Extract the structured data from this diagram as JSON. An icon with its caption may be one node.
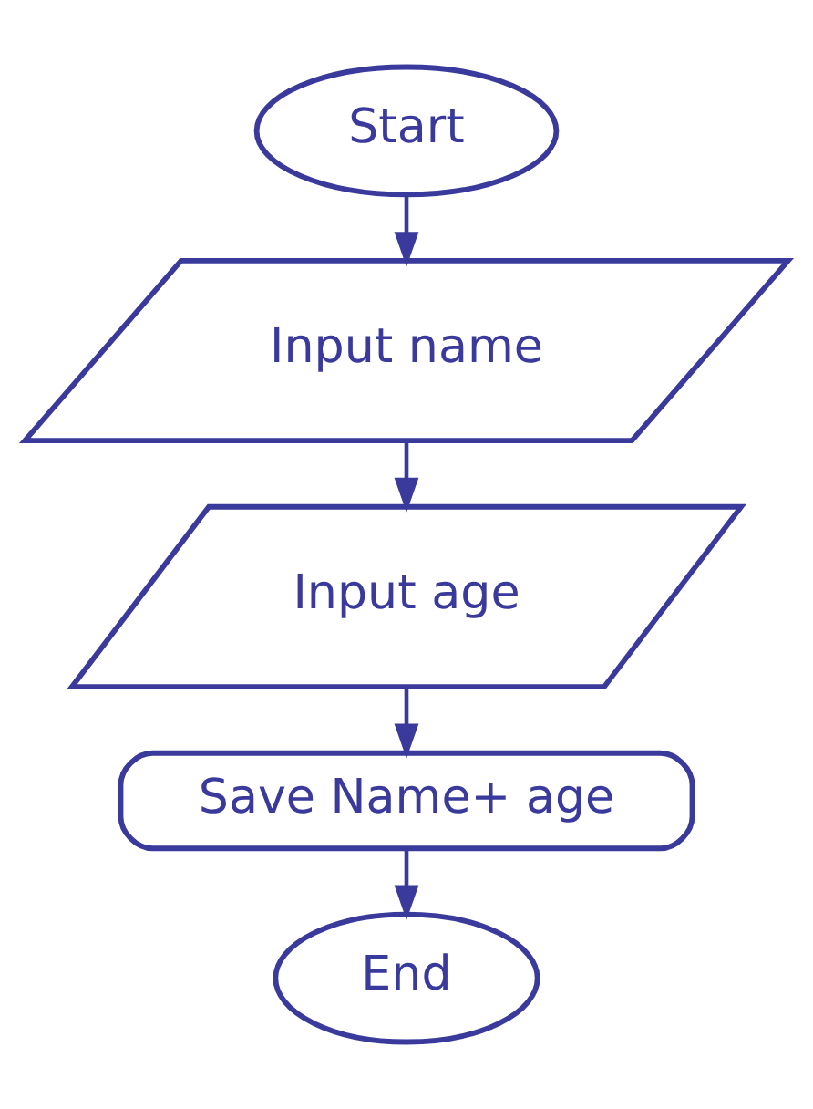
{
  "diagram": {
    "nodes": [
      {
        "text": [
          "Start"
        ]
      },
      {
        "text": [
          "Input name"
        ]
      },
      {
        "text": [
          "Input age"
        ]
      },
      {
        "text": [
          "Save Name+ age"
        ]
      },
      {
        "text": [
          "End"
        ]
      }
    ],
    "edges": [
      {
        "from": 0,
        "to": 1,
        "arrow": "to"
      },
      {
        "from": 1,
        "to": 2,
        "arrow": "to"
      },
      {
        "from": 2,
        "to": 3,
        "arrow": "to"
      },
      {
        "from": 3,
        "to": 4,
        "arrow": "to"
      }
    ]
  }
}
